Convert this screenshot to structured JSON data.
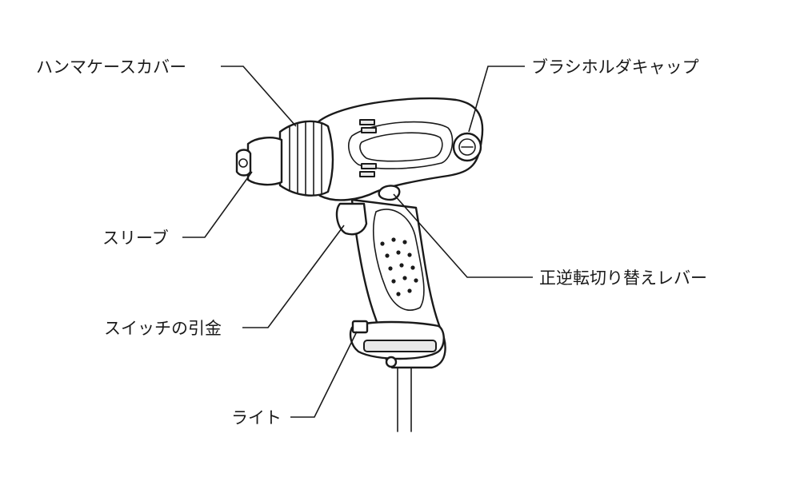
{
  "labels": {
    "hammer_case_cover": "ハンマケースカバー",
    "brush_holder_cap": "ブラシホルダキャップ",
    "sleeve": "スリーブ",
    "reverse_lever": "正逆転切り替えレバー",
    "switch_trigger": "スイッチの引金",
    "light": "ライト"
  },
  "colors": {
    "ink": "#1a1a1a",
    "background": "#ffffff"
  }
}
